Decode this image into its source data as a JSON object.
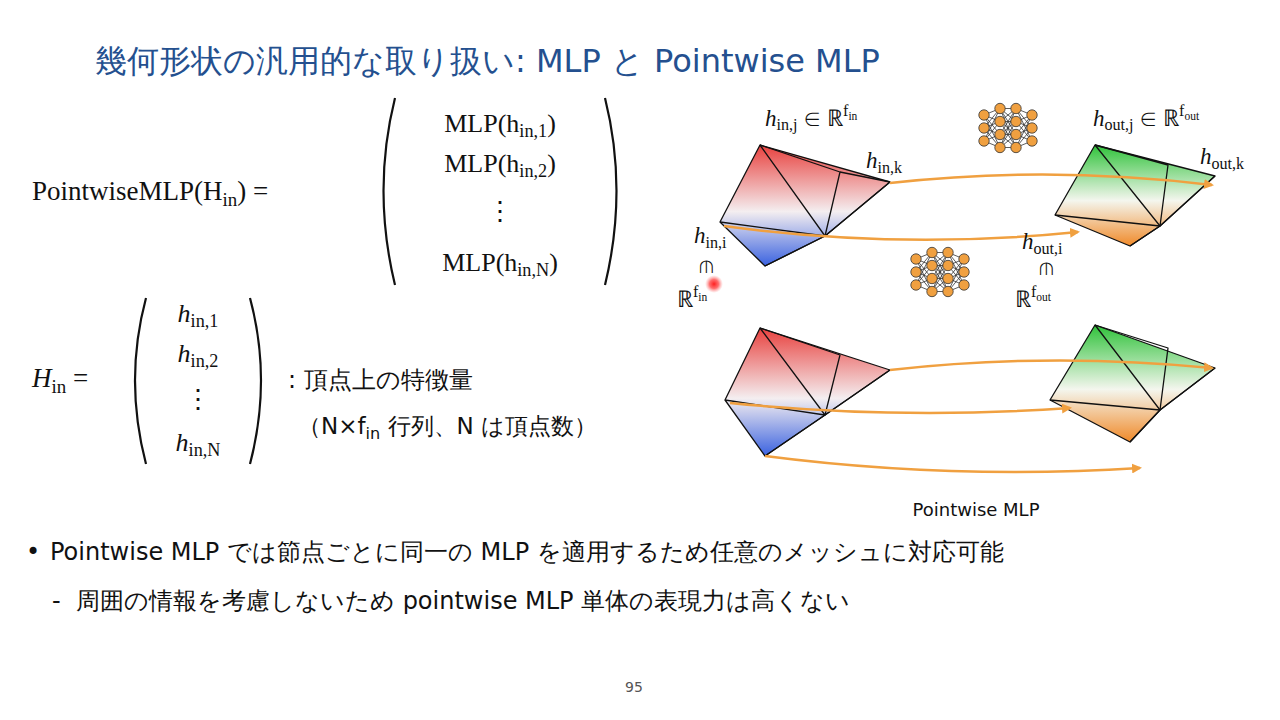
{
  "diagram": {
    "title": "幾何形状の汎用的な取り扱い: MLP と Pointwise MLP",
    "labels": [
      "PointwiseMLP(H",
      "in",
      ") =",
      "MLP(h",
      "in,1",
      ")",
      "MLP(h",
      "in,2",
      ")",
      "⋮",
      "MLP(h",
      "in,N",
      ")",
      "H",
      "in",
      " =",
      "h",
      "in,1",
      "h",
      "in,2",
      "⋮",
      "h",
      "in,N",
      ": 頂点上の特徴量",
      "（N×f",
      "in",
      " 行列、N は頂点数）",
      "h",
      "in,j",
      " ∈ ℝ",
      "f",
      "in",
      "h",
      "in,k",
      "h",
      "out,j",
      " ∈ ℝ",
      "f",
      "out",
      "h",
      "out,k",
      "h",
      "in,i",
      "∈",
      "ℝ",
      "f",
      "in",
      "h",
      "out,i",
      "∈",
      "ℝ",
      "f",
      "out",
      "Pointwise MLP",
      "•",
      "Pointwise MLP では節点ごとに同一の MLP を適用するため任意のメッシュに対応可能",
      "-",
      "周囲の情報を考慮しないため pointwise MLP 単体の表現力は高くない",
      "95"
    ]
  }
}
